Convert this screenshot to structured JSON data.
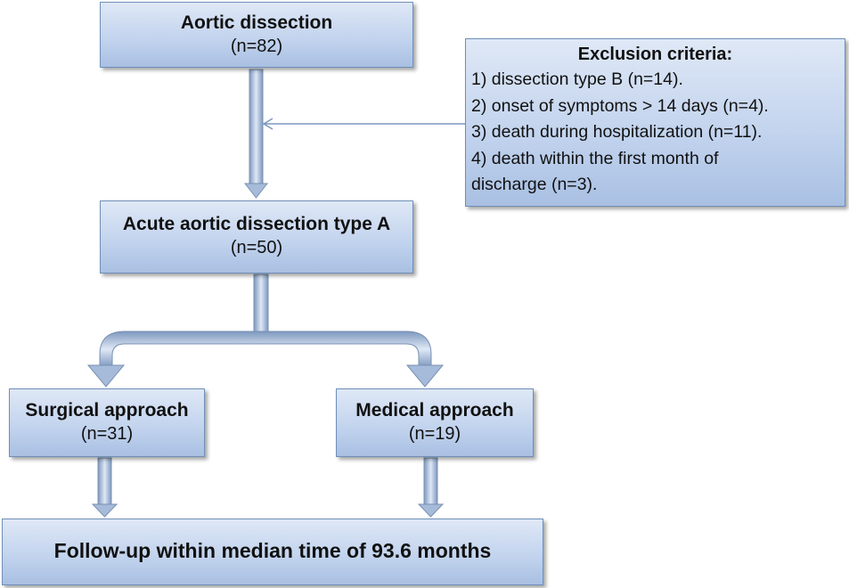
{
  "nodes": {
    "aortic_dissection": {
      "title": "Aortic dissection",
      "count": "(n=82)"
    },
    "acute_type_a": {
      "title": "Acute aortic dissection type A",
      "count": "(n=50)"
    },
    "surgical": {
      "title": "Surgical approach",
      "count": "(n=31)"
    },
    "medical": {
      "title": "Medical approach",
      "count": "(n=19)"
    },
    "follow_up": {
      "title": "Follow-up within median time of 93.6 months"
    }
  },
  "exclusion": {
    "title": "Exclusion criteria:",
    "items": [
      "1) dissection type B (n=14).",
      "2) onset of symptoms > 14 days (n=4).",
      "3) death during hospitalization (n=11).",
      "4) death within the first month of",
      "discharge (n=3)."
    ]
  },
  "colors": {
    "box_border": "#6f8fb8",
    "box_fill_top": "#dfe8f6",
    "box_fill_bottom": "#a9c0e3",
    "arrow_fill": "#8fa9cc"
  }
}
